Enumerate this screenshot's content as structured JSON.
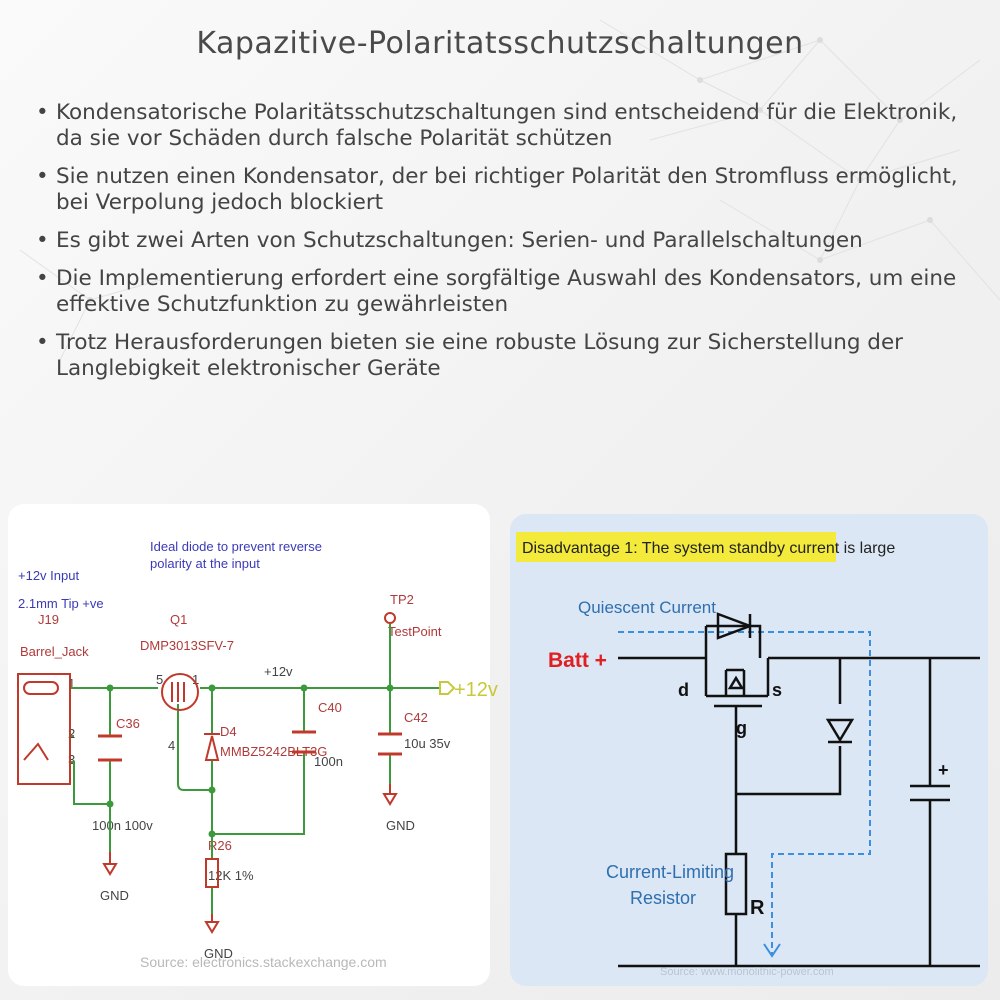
{
  "title": "Kapazitive-Polaritatsschutzschaltungen",
  "bullets": [
    "Kondensatorische Polaritätsschutzschaltungen sind entscheidend für die Elektronik, da sie vor Schäden durch falsche Polarität schützen",
    "Sie nutzen einen Kondensator, der bei richtiger Polarität den Stromfluss ermöglicht, bei Verpolung jedoch blockiert",
    "Es gibt zwei Arten von Schutzschaltungen: Serien- und Parallelschaltungen",
    "Die Implementierung erfordert eine sorgfältige Auswahl des Kondensators, um eine effektive Schutzfunktion zu gewährleisten",
    "Trotz Herausforderungen bieten sie eine robuste Lösung zur Sicherstellung der Langlebigkeit elektronischer Geräte"
  ],
  "bullet_glyph": "•",
  "left_schematic": {
    "note": "Ideal diode to prevent reverse polarity at the input",
    "note_line1": "Ideal diode to prevent reverse",
    "note_line2": "polarity at the input",
    "input_label": "+12v Input",
    "tip_label": "2.1mm Tip +ve",
    "j19": "J19",
    "barrel": "Barrel_Jack",
    "q1": "Q1",
    "q1_part": "DMP3013SFV-7",
    "pin1": "1",
    "pin2": "2",
    "pin3": "3",
    "pin5": "5",
    "pin4": "4",
    "net_12v": "+12v",
    "tp2": "TP2",
    "testpoint": "TestPoint",
    "out_12v": "+12v",
    "c36": "C36",
    "c36_val": "100n 100v",
    "d4": "D4",
    "d4_part": "MMBZ5242BLT3G",
    "c40": "C40",
    "c40_val": "100n",
    "c42": "C42",
    "c42_val": "10u 35v",
    "r26": "R26",
    "r26_val": "12K 1%",
    "gnd": "GND",
    "source": "Source: electronics.stackexchange.com"
  },
  "right_schematic": {
    "banner": "Disadvantage 1: The system standby current is large",
    "quiescent": "Quiescent Current",
    "batt": "Batt +",
    "d": "d",
    "s": "s",
    "g": "g",
    "plus": "+",
    "resistor_label_1": "Current-Limiting",
    "resistor_label_2": "Resistor",
    "r": "R",
    "source": "Source: www.monolithic-power.com"
  },
  "colors": {
    "title": "#4a4a4a",
    "text": "#444444",
    "wire_green": "#3c9a3c",
    "component_red": "#c0392b",
    "label_red": "#b03a3a",
    "label_blue": "#3a3ab8",
    "banner_yellow": "#f3ea3c",
    "batt_red": "#e02020",
    "dashed_blue": "#3a8fe0"
  }
}
